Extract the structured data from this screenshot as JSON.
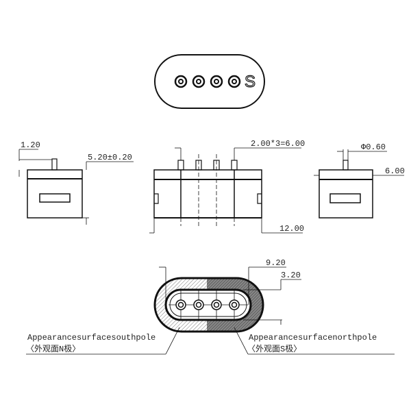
{
  "top_view": {
    "mark": "S"
  },
  "side_left": {
    "dim_pin_height": "1.20",
    "dim_height": "5.20±0.20"
  },
  "front_view": {
    "dim_pitch": "2.00*3=6.00",
    "dim_length": "12.00"
  },
  "side_right": {
    "dim_pin_dia": "Φ0.60",
    "dim_width": "6.00"
  },
  "bottom_view": {
    "dim_outer": "9.20",
    "dim_inner": "3.20",
    "label_left": "Appearancesurfacesouthpole",
    "label_left_cn": "〈外观面N极〉",
    "label_right": "Appearancesurfacenorthpole",
    "label_right_cn": "〈外观面S极〉"
  },
  "colors": {
    "line": "#111111",
    "hatch": "#555555"
  }
}
